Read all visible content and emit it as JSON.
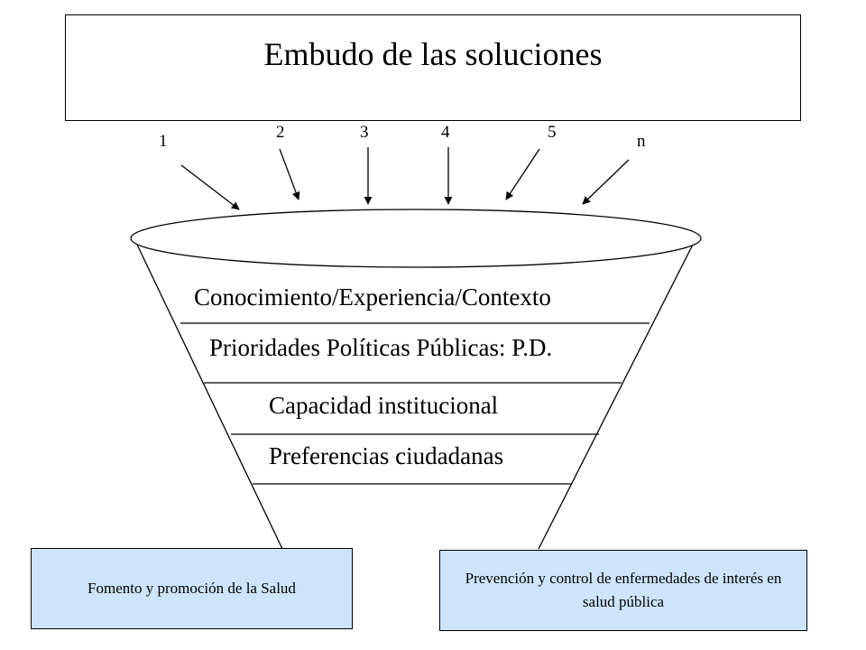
{
  "title": "Embudo de las soluciones",
  "inputs": [
    "1",
    "2",
    "3",
    "4",
    "5",
    "n"
  ],
  "layers": [
    "Conocimiento/Experiencia/Contexto",
    "Prioridades Políticas Públicas: P.D.",
    "Capacidad institucional",
    "Preferencias ciudadanas"
  ],
  "outputs": [
    "Fomento y promoción de la Salud",
    "Prevención y control de enfermedades de interés en salud pública"
  ],
  "colors": {
    "output_fill": "#cde5fa",
    "stroke": "#000000"
  }
}
